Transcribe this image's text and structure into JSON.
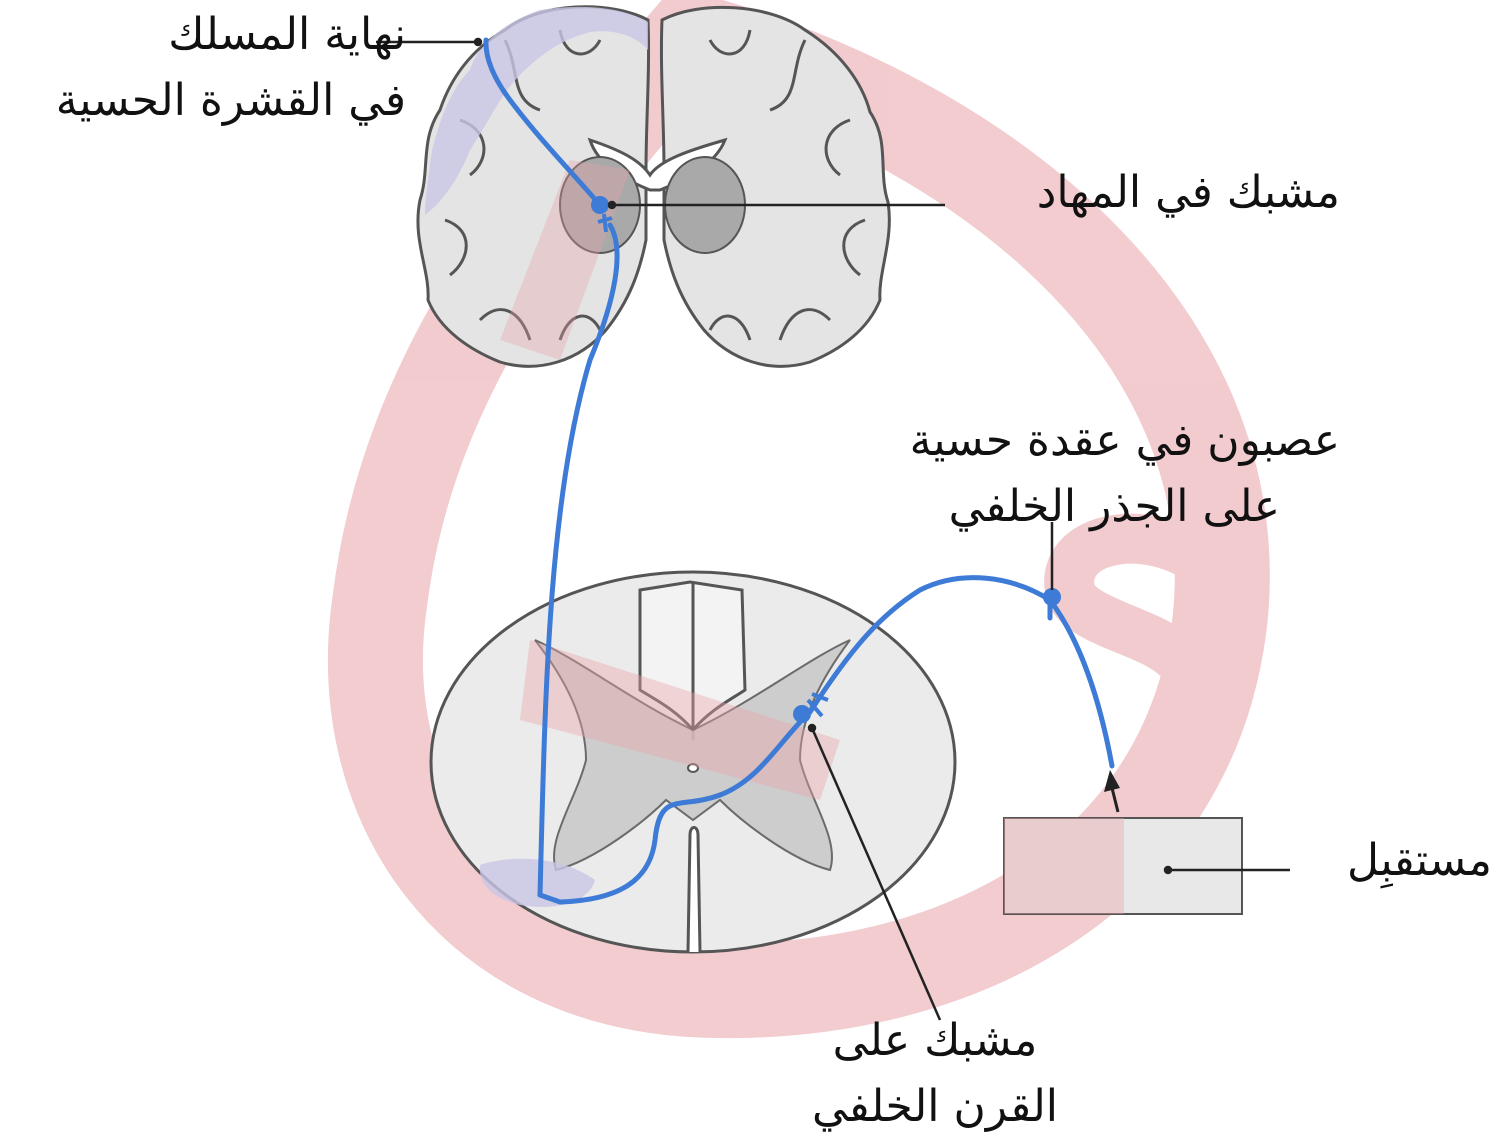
{
  "labels": {
    "tract_end": [
      "نهاية المسلك",
      "في القشرة الحسية"
    ],
    "thalamus_synapse": "مشبك في المهاد",
    "ganglion_neuron": [
      "عصبون في عقدة حسية",
      "على الجذر الخلفي"
    ],
    "receptor": "مستقبِل",
    "dorsal_horn_synapse": [
      "مشبك على",
      "القرن الخلفي"
    ]
  },
  "colors": {
    "pathway": "#3d7bd6",
    "watermark": "#e8a2a8",
    "brain_gray": "#e4e4e4",
    "outline": "#555555",
    "sensory_cortex": "#c9c6e6",
    "deep_nucleus": "#a9a9a9",
    "leader": "#222222"
  },
  "icons": {
    "watermark": "watermark-logo-ring",
    "arrow": "upward-arrow-icon"
  }
}
